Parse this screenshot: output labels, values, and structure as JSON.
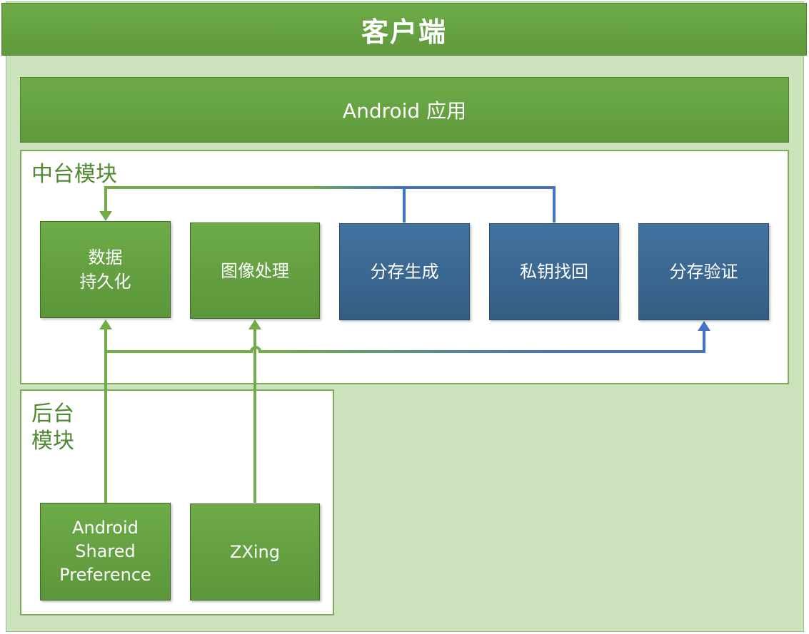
{
  "title": "客户端",
  "app_bar": "Android 应用",
  "middle_panel": {
    "label": "中台模块",
    "modules": [
      "数据\n持久化",
      "图像处理",
      "分存生成",
      "私钥找回",
      "分存验证"
    ]
  },
  "back_panel": {
    "label": "后台\n模块",
    "modules": [
      "Android\nShared\nPreference",
      "ZXing"
    ]
  },
  "colors": {
    "green_accent": "#6eab48",
    "blue_accent": "#4472c4",
    "client_bg": "#cbe2bd"
  }
}
